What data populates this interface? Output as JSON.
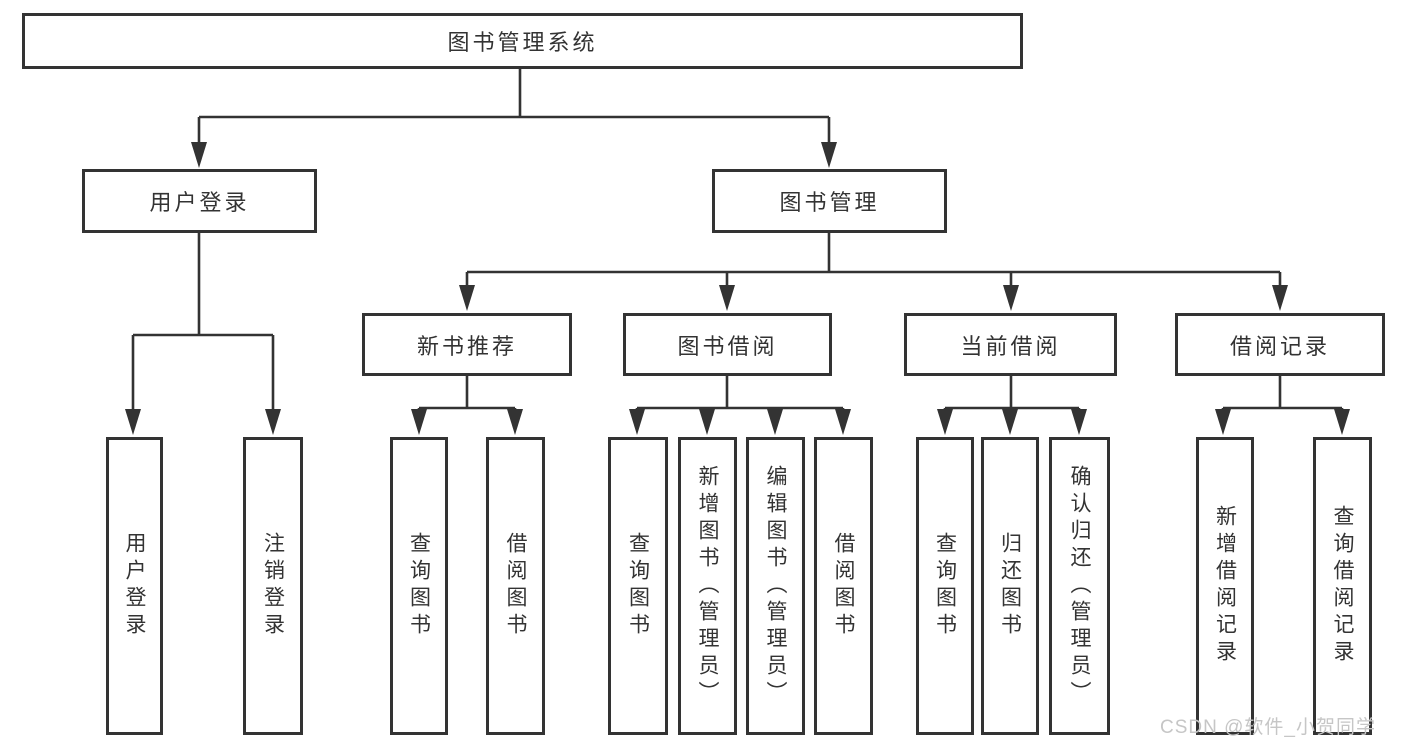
{
  "diagram": {
    "type": "tree",
    "root": {
      "label": "图书管理系统"
    },
    "branches": [
      {
        "label": "用户登录",
        "children": [
          {
            "label": "用户登录"
          },
          {
            "label": "注销登录"
          }
        ]
      },
      {
        "label": "图书管理",
        "children": [
          {
            "label": "新书推荐",
            "children": [
              {
                "label": "查询图书"
              },
              {
                "label": "借阅图书"
              }
            ]
          },
          {
            "label": "图书借阅",
            "children": [
              {
                "label": "查询图书"
              },
              {
                "label": "新增图书（管理员）"
              },
              {
                "label": "编辑图书（管理员）"
              },
              {
                "label": "借阅图书"
              }
            ]
          },
          {
            "label": "当前借阅",
            "children": [
              {
                "label": "查询图书"
              },
              {
                "label": "归还图书"
              },
              {
                "label": "确认归还（管理员）"
              }
            ]
          },
          {
            "label": "借阅记录",
            "children": [
              {
                "label": "新增借阅记录"
              },
              {
                "label": "查询借阅记录"
              }
            ]
          }
        ]
      }
    ]
  },
  "watermark": {
    "text": "CSDN @软件_小贺同学"
  },
  "colors": {
    "line": "#333333",
    "box_border": "#333333",
    "text": "#333333",
    "background": "#ffffff",
    "watermark": "#c6c6c6"
  }
}
